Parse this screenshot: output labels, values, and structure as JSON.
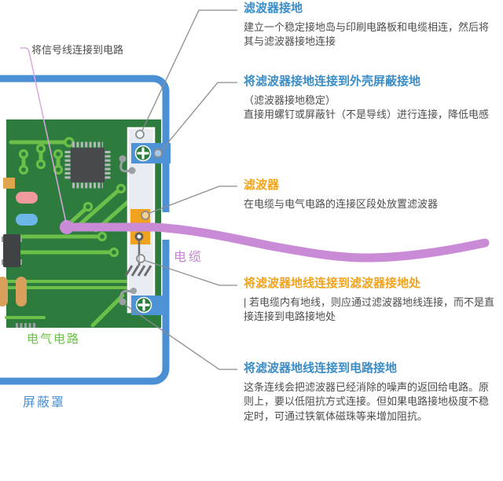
{
  "diagram": {
    "labels": {
      "signal_wire": "将信号线连接到电路",
      "cable": "电缆",
      "circuit": "电气电路",
      "shield_cover": "屏蔽罩"
    },
    "annotations": {
      "filter_ground": {
        "title": "滤波器接地",
        "body": "建立一个稳定接地岛与印刷电路板和电缆相连，然后将其与滤波器接地连接"
      },
      "ground_to_chassis": {
        "title": "将滤波器接地连接到外壳屏蔽接地",
        "body": "（滤波器接地稳定）\n直接用螺钉或屏蔽针（不是导线）进行连接，降低电感"
      },
      "filter": {
        "title": "滤波器",
        "body": "在电缆与电气电路的连接区段处放置滤波器"
      },
      "gndwire_to_filter_ground": {
        "title": "将滤波器地线连接到滤波器接地处",
        "body": "| 若电缆内有地线，则应通过滤波器地线连接，而不是直接连接到电路接地处"
      },
      "gndwire_to_circuit_ground": {
        "title": "将滤波器地线连接到电路接地",
        "body": "这条连线会把滤波器已经消除的噪声的返回给电路。原则上，要以低阻抗方式连接。但如果电路接地极度不稳定时，可通过铁氧体磁珠等来增加阻抗。"
      }
    },
    "colors": {
      "shield_blue": "#4b90d5",
      "pcb_green": "#2d7c3e",
      "trace_green": "#6cc04a",
      "filter_orange": "#f0a11d",
      "cable_purple": "#c98bd5",
      "title_blue": "#3a8dc6",
      "title_orange": "#f2a31c",
      "leader_gray": "#8c8c8c"
    }
  }
}
